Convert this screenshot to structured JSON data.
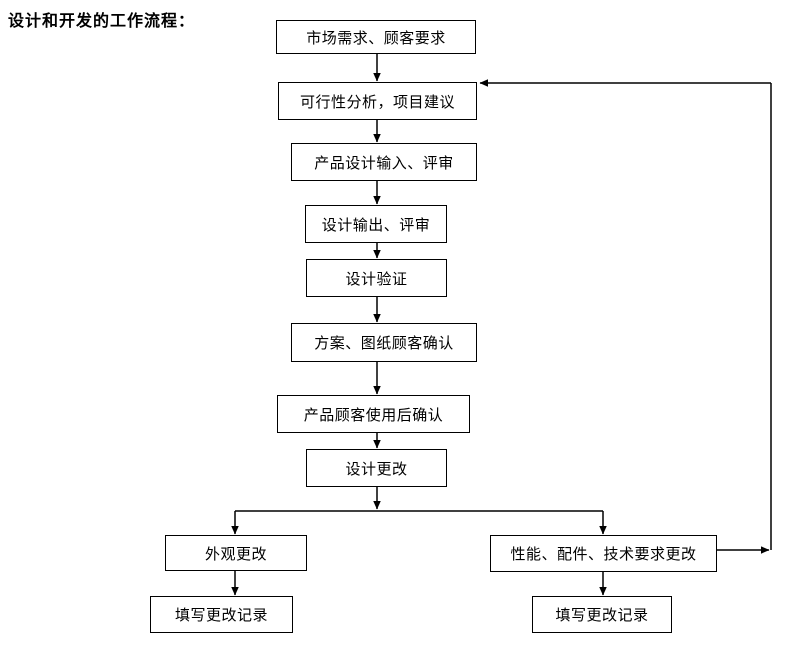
{
  "page": {
    "title": "设计和开发的工作流程："
  },
  "diagram": {
    "type": "flowchart",
    "colors": {
      "background": "#ffffff",
      "box_fill": "#ffffff",
      "box_border": "#000000",
      "line": "#000000",
      "text": "#000000"
    },
    "nodes": [
      {
        "id": "market-demand",
        "label": "市场需求、顾客要求"
      },
      {
        "id": "feasibility-analysis",
        "label": "可行性分析，项目建议"
      },
      {
        "id": "design-input-review",
        "label": "产品设计输入、评审"
      },
      {
        "id": "design-output-review",
        "label": "设计输出、评审"
      },
      {
        "id": "design-verification",
        "label": "设计验证"
      },
      {
        "id": "drawing-customer-confirm",
        "label": "方案、图纸顾客确认"
      },
      {
        "id": "after-use-confirm",
        "label": "产品顾客使用后确认"
      },
      {
        "id": "design-change",
        "label": "设计更改"
      },
      {
        "id": "appearance-change",
        "label": "外观更改"
      },
      {
        "id": "performance-change",
        "label": "性能、配件、技术要求更改"
      },
      {
        "id": "fill-change-record-left",
        "label": "填写更改记录"
      },
      {
        "id": "fill-change-record-right",
        "label": "填写更改记录"
      }
    ],
    "edges": [
      {
        "from": "market-demand",
        "to": "feasibility-analysis"
      },
      {
        "from": "feasibility-analysis",
        "to": "design-input-review"
      },
      {
        "from": "design-input-review",
        "to": "design-output-review"
      },
      {
        "from": "design-output-review",
        "to": "design-verification"
      },
      {
        "from": "design-verification",
        "to": "drawing-customer-confirm"
      },
      {
        "from": "drawing-customer-confirm",
        "to": "after-use-confirm"
      },
      {
        "from": "after-use-confirm",
        "to": "design-change"
      },
      {
        "from": "design-change",
        "to": "appearance-change"
      },
      {
        "from": "design-change",
        "to": "performance-change"
      },
      {
        "from": "appearance-change",
        "to": "fill-change-record-left"
      },
      {
        "from": "performance-change",
        "to": "fill-change-record-right"
      },
      {
        "from": "performance-change",
        "to": "feasibility-analysis",
        "note": "feedback-loop"
      }
    ]
  }
}
